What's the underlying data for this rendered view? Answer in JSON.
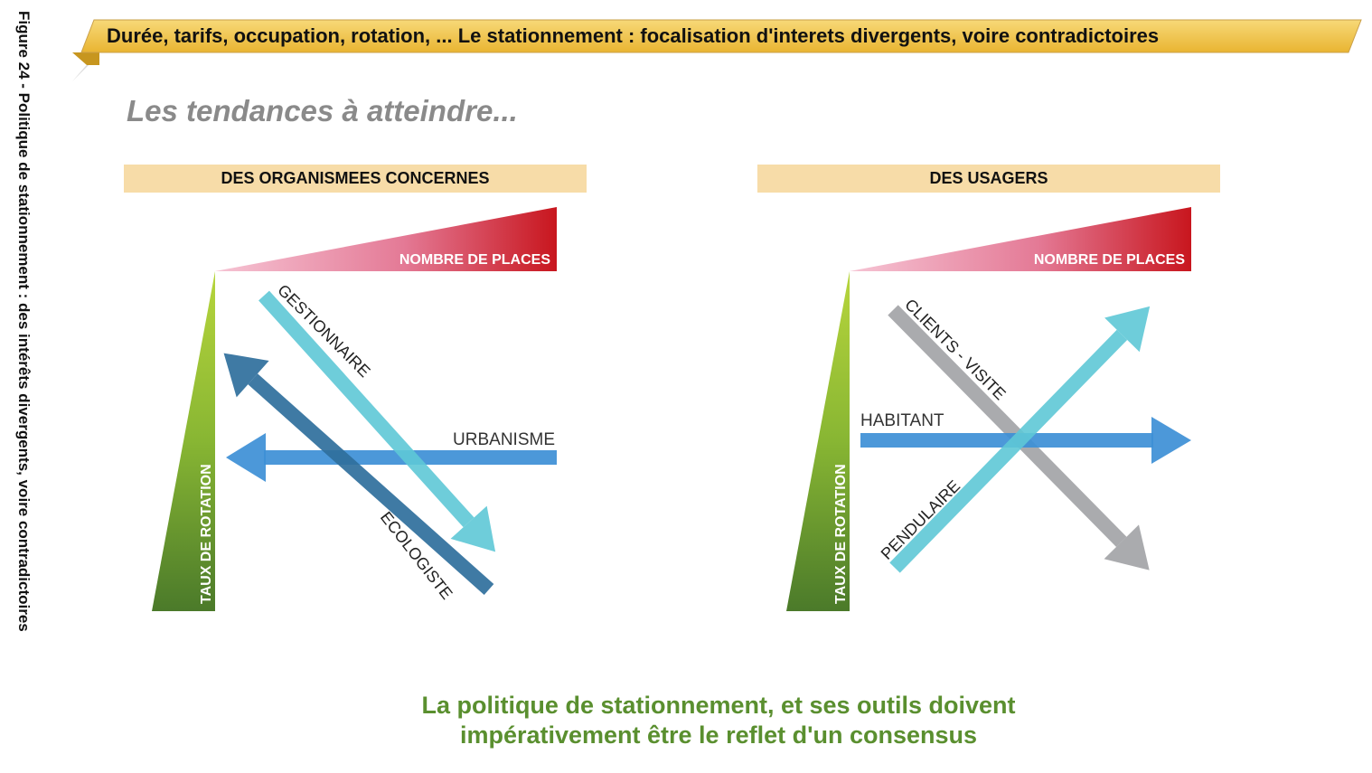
{
  "side_caption": "Figure 24 - Politique de stationnement : des intérêts divergents, voire contradictoires",
  "banner": {
    "title": "Durée, tarifs, occupation, rotation, ... Le stationnement : focalisation d'interets divergents, voire contradictoires"
  },
  "subtitle": "Les tendances à atteindre...",
  "panels": {
    "left": {
      "heading": "DES ORGANISMEES CONCERNES",
      "top_axis": "NOMBRE DE PLACES",
      "side_axis": "TAUX DE ROTATION",
      "arrows": {
        "gestionnaire": "GESTIONNAIRE",
        "urbanisme": "URBANISME",
        "ecologiste": "ECOLOGISTE"
      }
    },
    "right": {
      "heading": "DES USAGERS",
      "top_axis": "NOMBRE DE PLACES",
      "side_axis": "TAUX DE ROTATION",
      "arrows": {
        "clients": "CLIENTS - VISITE",
        "habitant": "HABITANT",
        "pendulaire": "PENDULAIRE"
      }
    }
  },
  "bottom_message": {
    "line1": "La politique de stationnement, et ses outils doivent",
    "line2": "impérativement être le reflet d'un consensus"
  },
  "colors": {
    "banner": "#f0c64a",
    "heading_bg": "#f7dca8",
    "places_light": "#f3a8c0",
    "places_dark": "#c8161e",
    "rotation_light": "#a8cc38",
    "rotation_dark": "#4b7a2a",
    "cyan": "#5ec8d6",
    "blue": "#3d8fd6",
    "navy": "#2f6f9c",
    "grey": "#a5a7aa",
    "message": "#5a8f2f"
  }
}
